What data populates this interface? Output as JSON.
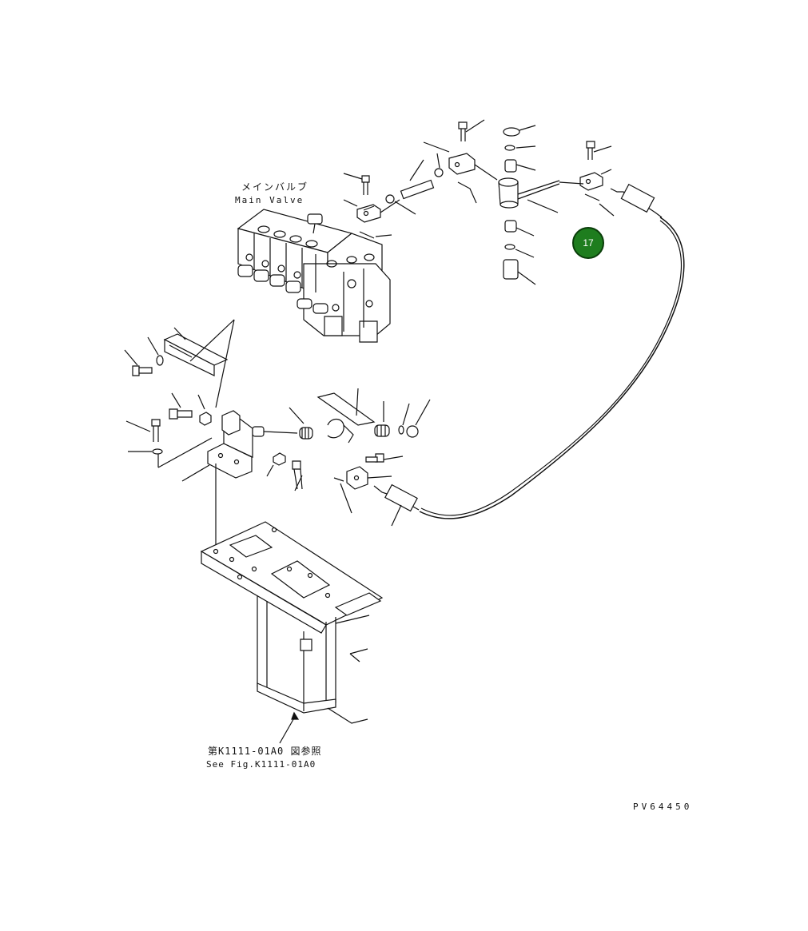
{
  "labels": {
    "main_valve_jp": "メインバルブ",
    "main_valve_en": "Main Valve",
    "see_fig_jp": "第K1111-01A0 図参照",
    "see_fig_en": "See Fig.K1111-01A0",
    "drawing_no": "PV64450"
  },
  "hotspot": {
    "label": "17",
    "color": "#1e7d1e"
  }
}
